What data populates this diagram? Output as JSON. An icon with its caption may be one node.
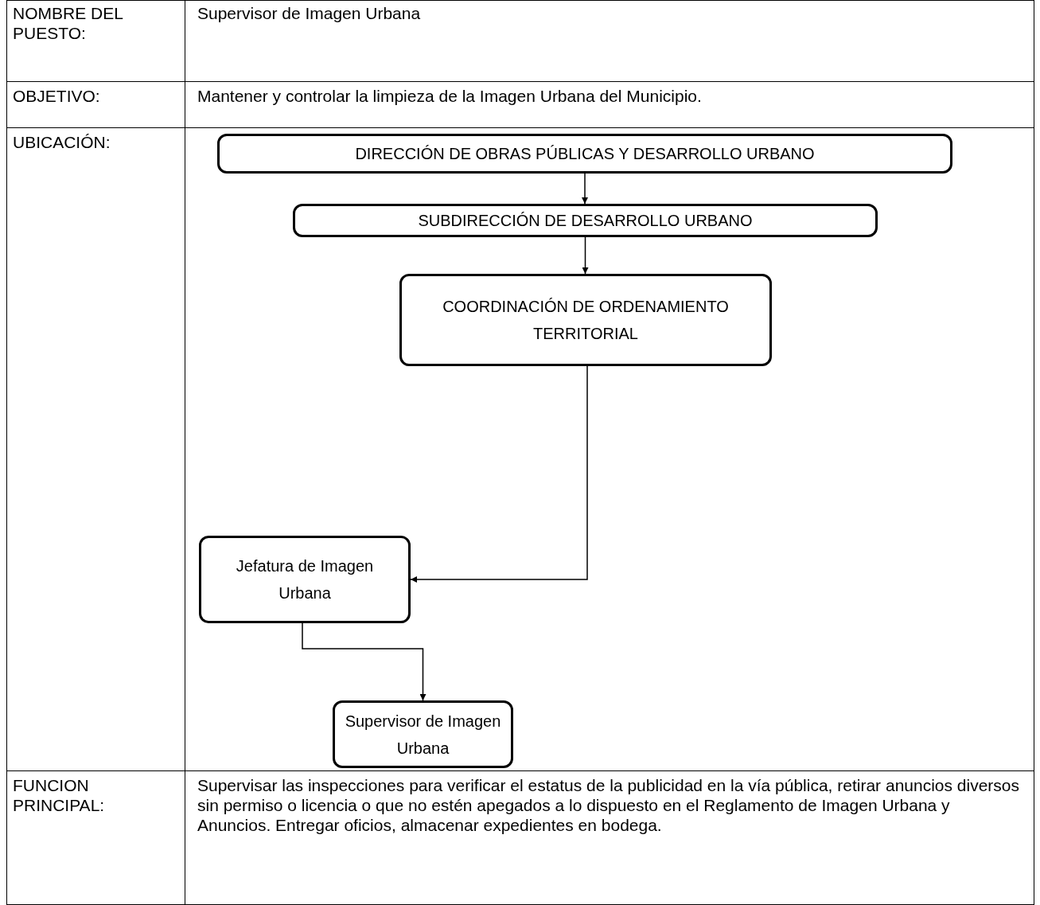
{
  "diagram": {
    "nodes": [
      {
        "text": [
          "DIRECCIÓN DE OBRAS PÚBLICAS Y DESARROLLO URBANO"
        ]
      },
      {
        "text": [
          "SUBDIRECCIÓN DE DESARROLLO URBANO"
        ]
      },
      {
        "text": [
          "COORDINACIÓN DE ORDENAMIENTO TERRITORIAL"
        ]
      },
      {
        "text": [
          "Jefatura de Imagen Urbana"
        ]
      },
      {
        "text": [
          "Supervisor de Imagen Urbana"
        ]
      }
    ],
    "edges": [
      {
        "from": 0,
        "to": 1,
        "arrow": "to"
      },
      {
        "from": 1,
        "to": 2,
        "arrow": "to"
      },
      {
        "from": 2,
        "to": 3,
        "arrow": "to"
      },
      {
        "from": 3,
        "to": 4,
        "arrow": "to"
      }
    ],
    "labels": [
      "NOMBRE DEL PUESTO:",
      "Supervisor de Imagen Urbana",
      "OBJETIVO:",
      "Mantener y controlar la limpieza de la Imagen Urbana del Municipio.",
      "UBICACIÓN:",
      "FUNCION PRINCIPAL:",
      "Supervisar las inspecciones para verificar el estatus de la publicidad en la vía pública, retirar anuncios diversos sin permiso o licencia o que no estén apegados a lo dispuesto en el Reglamento de Imagen Urbana y Anuncios. Entregar oficios, almacenar expedientes en bodega."
    ]
  }
}
